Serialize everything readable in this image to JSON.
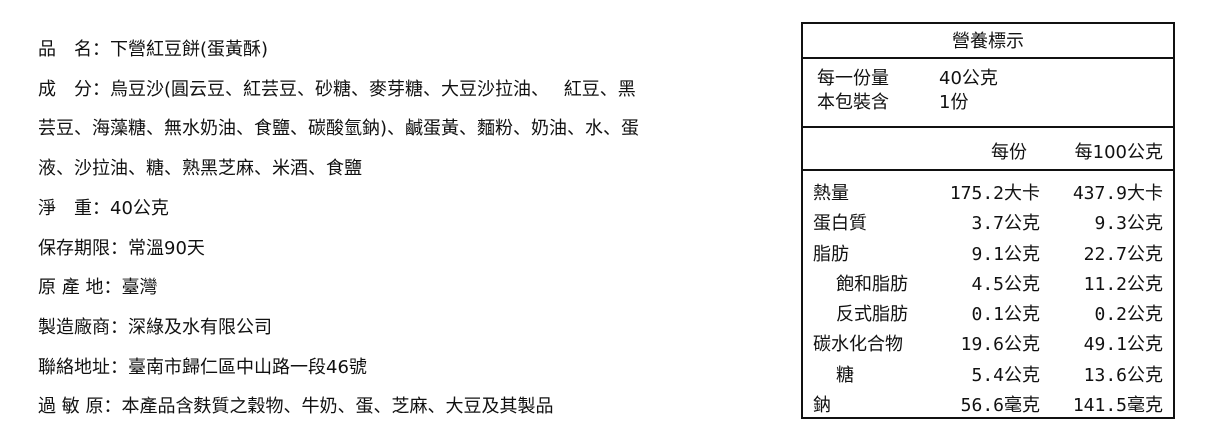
{
  "info": [
    {
      "label": "品　名：",
      "value": "下營紅豆餅(蛋黃酥)"
    },
    {
      "label": "成　分：",
      "value": "烏豆沙(圓云豆、紅芸豆、砂糖、麥芽糖、大豆沙拉油、　 紅豆、黑"
    },
    {
      "label": "",
      "value": "芸豆、海藻糖、無水奶油、食鹽、碳酸氫鈉)、鹹蛋黃、麵粉、奶油、水、蛋"
    },
    {
      "label": "",
      "value": "液、沙拉油、糖、熟黑芝麻、米酒、食鹽"
    },
    {
      "label": "淨　重：",
      "value": "40公克"
    },
    {
      "label": "保存期限：",
      "value": "常溫90天"
    },
    {
      "label": "原 產 地：",
      "value": "臺灣"
    },
    {
      "label": "製造廠商：",
      "value": "深綠及水有限公司"
    },
    {
      "label": "聯絡地址：",
      "value": "臺南市歸仁區中山路一段46號"
    },
    {
      "label": "過 敏 原：",
      "value": "本產品含麩質之穀物、牛奶、蛋、芝麻、大豆及其製品"
    }
  ],
  "nutrition": {
    "title": "營養標示",
    "serving_label": "每一份量",
    "serving_value": "40公克",
    "package_label": "本包裝含",
    "package_value": "1份",
    "col_per_serving": "每份",
    "col_per_100g": "每100公克",
    "rows": [
      {
        "name": "熱量",
        "a": "175.2大卡",
        "b": "437.9大卡"
      },
      {
        "name": "蛋白質",
        "a": "3.7公克",
        "b": "9.3公克"
      },
      {
        "name": "脂肪",
        "a": "9.1公克",
        "b": "22.7公克"
      },
      {
        "name": "飽和脂肪",
        "a": "4.5公克",
        "b": "11.2公克"
      },
      {
        "name": "反式脂肪",
        "a": "0.1公克",
        "b": "0.2公克"
      },
      {
        "name": "碳水化合物",
        "a": "19.6公克",
        "b": "49.1公克"
      },
      {
        "name": "糖",
        "a": "5.4公克",
        "b": "13.6公克"
      },
      {
        "name": "鈉",
        "a": "56.6毫克",
        "b": "141.5毫克"
      }
    ]
  }
}
